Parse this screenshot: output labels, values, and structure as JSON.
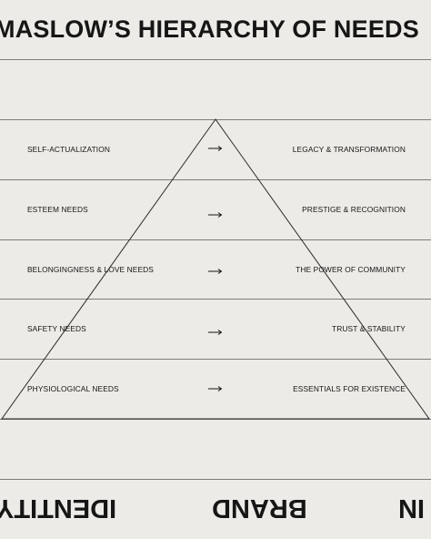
{
  "title": "MASLOW’S HIERARCHY OF NEEDS",
  "levels": [
    {
      "need": "SELF-ACTUALIZATION",
      "brand": "LEGACY & TRANSFORMATION"
    },
    {
      "need": "ESTEEM NEEDS",
      "brand": "PRESTIGE & RECOGNITION"
    },
    {
      "need": "BELONGINGNESS & LOVE NEEDS",
      "brand": "THE POWER OF COMMUNITY"
    },
    {
      "need": "SAFETY NEEDS",
      "brand": "TRUST & STABILITY"
    },
    {
      "need": "PHYSIOLOGICAL NEEDS",
      "brand": "ESSENTIALS FOR EXISTENCE"
    }
  ],
  "arrow_icon": "right-arrow-icon",
  "footer": {
    "left_word": "IDENTITY",
    "center_word": "BRAND",
    "right_word": "IN"
  },
  "colors": {
    "background": "#ecebe7",
    "ink": "#161616",
    "rule": "#7d7c78"
  }
}
